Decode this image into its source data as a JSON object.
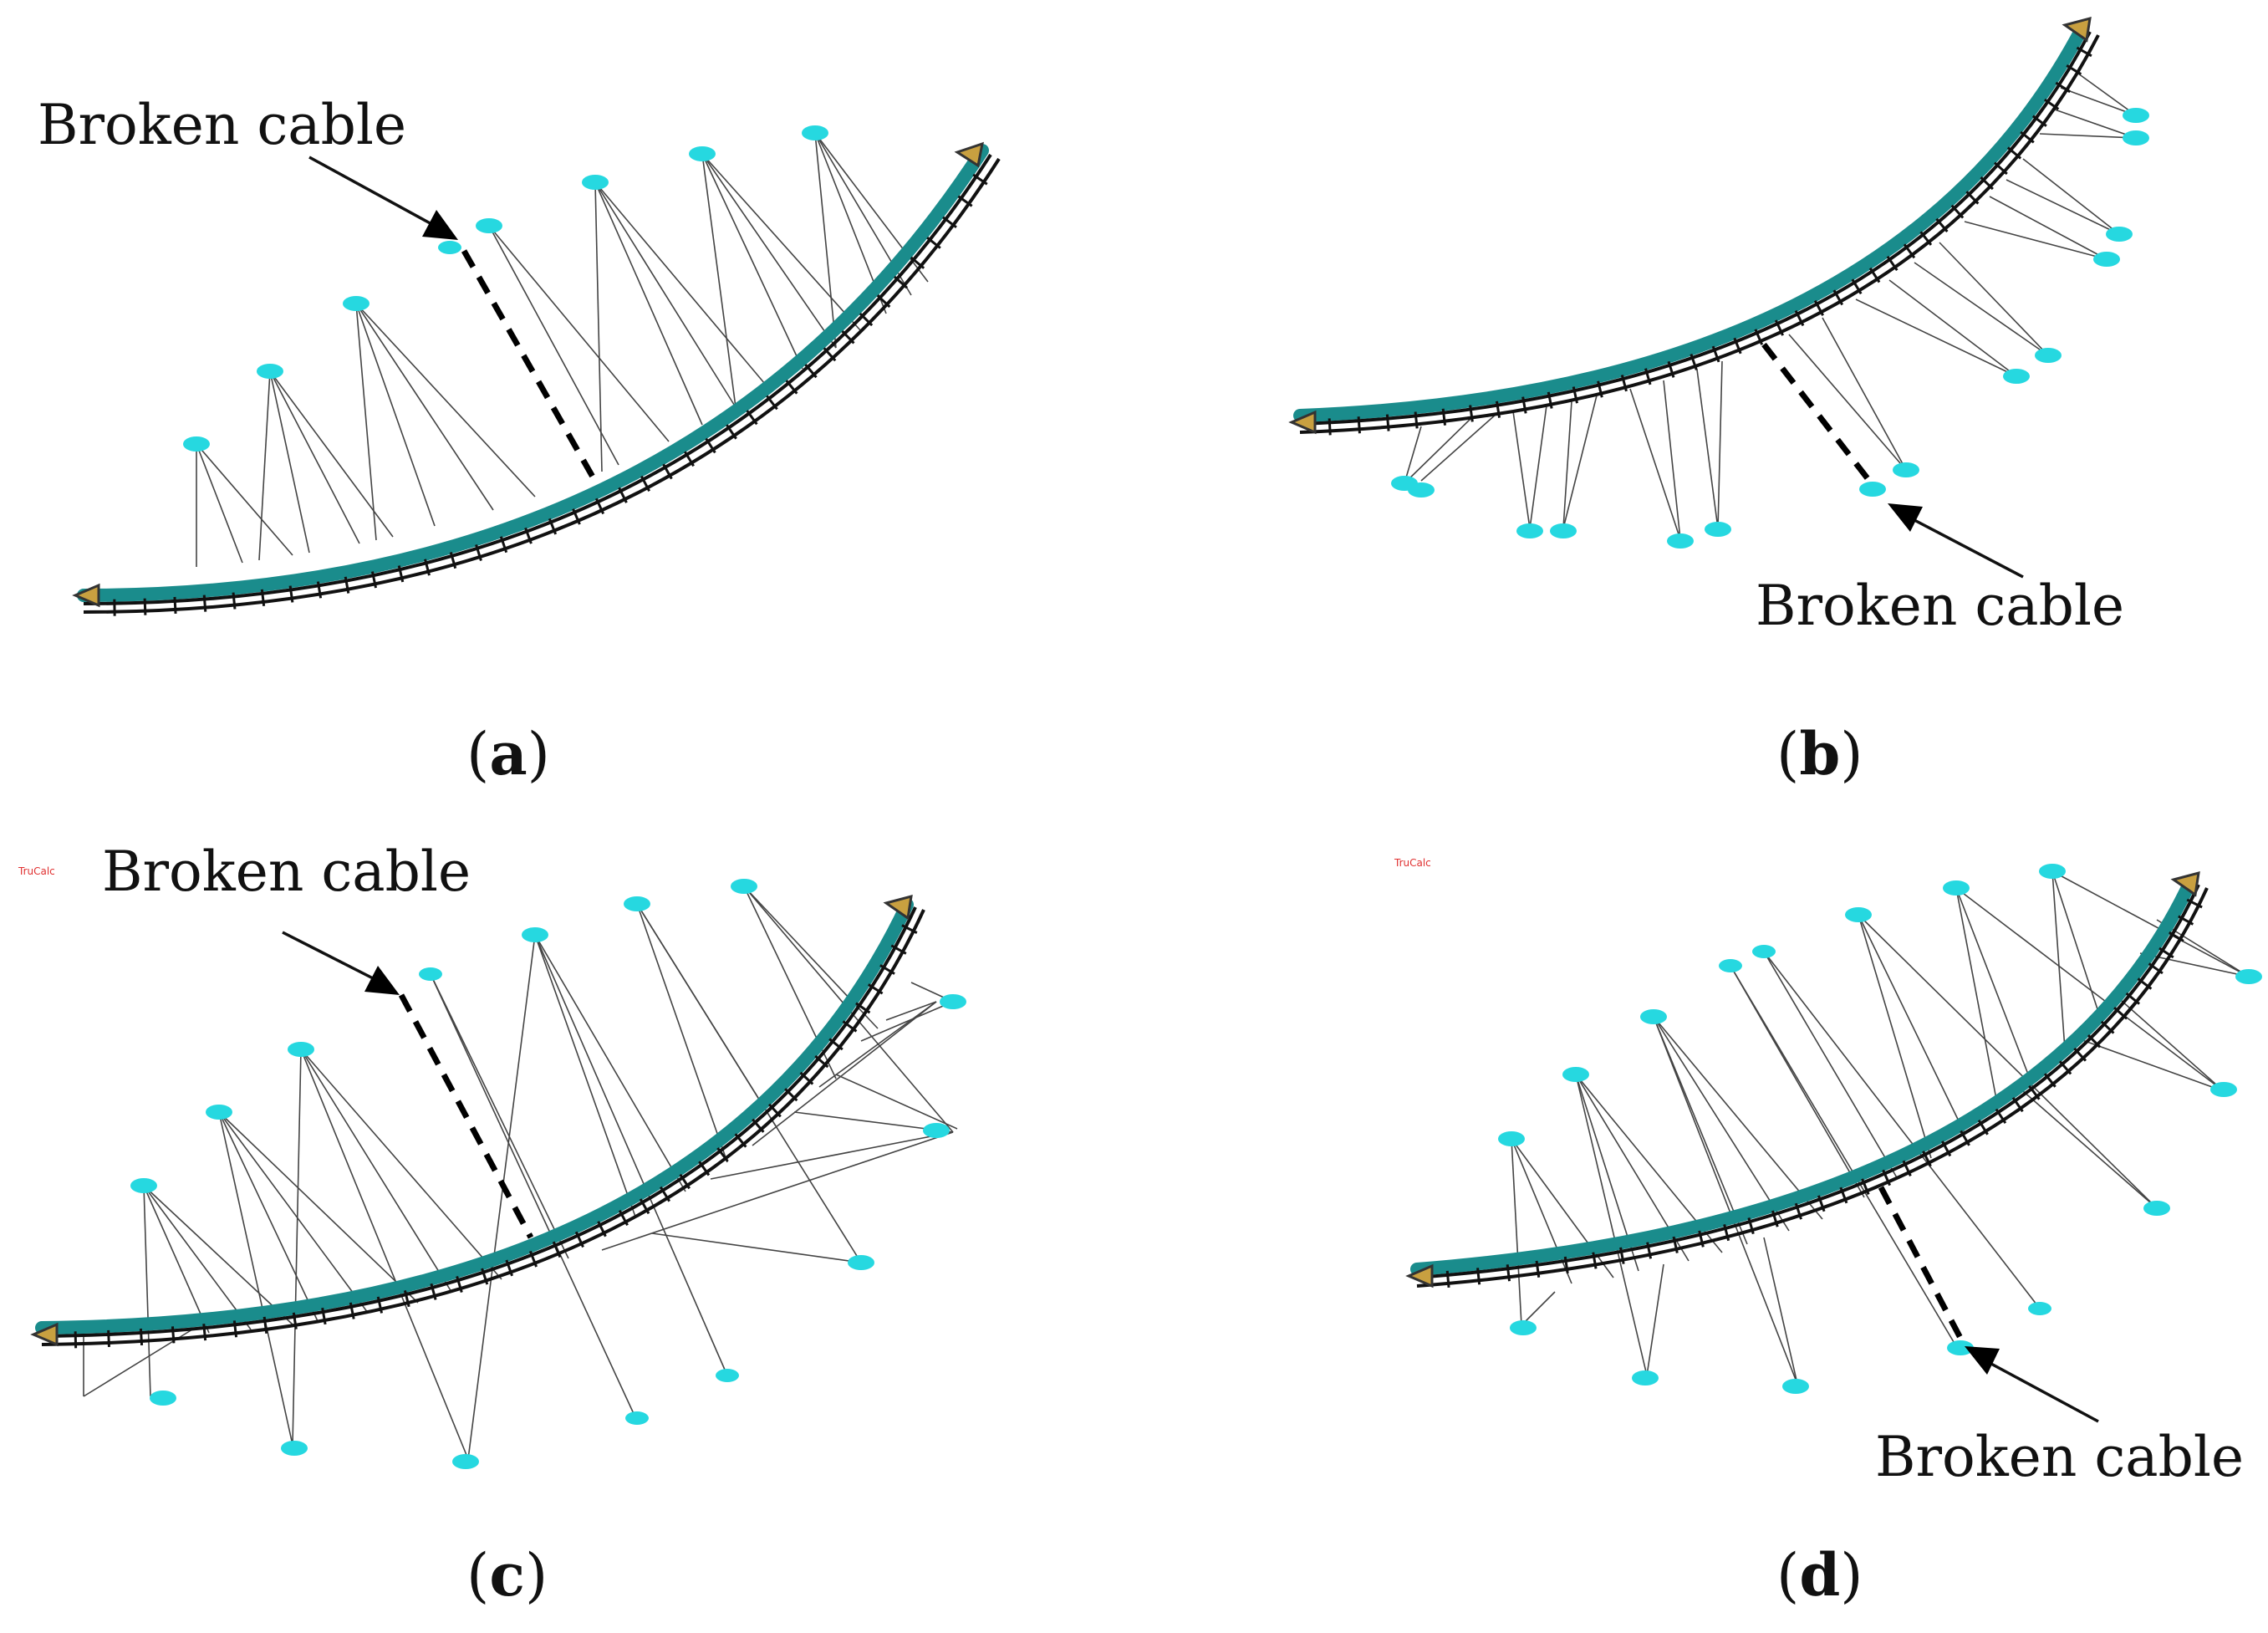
{
  "panels": [
    {
      "id": "a",
      "callout": "Broken cable",
      "caption_letter": "a"
    },
    {
      "id": "b",
      "callout": "Broken cable",
      "caption_letter": "b"
    },
    {
      "id": "c",
      "callout": "Broken cable",
      "caption_letter": "c",
      "marker_text": "TruCalc"
    },
    {
      "id": "d",
      "callout": "Broken cable",
      "caption_letter": "d",
      "marker_text": "TruCalc"
    }
  ],
  "colors": {
    "deck": "#1a8c8c",
    "anchor": "#26d8e0",
    "cable": "#444444",
    "broken_cable": "#000000",
    "support": "#c8a040"
  }
}
